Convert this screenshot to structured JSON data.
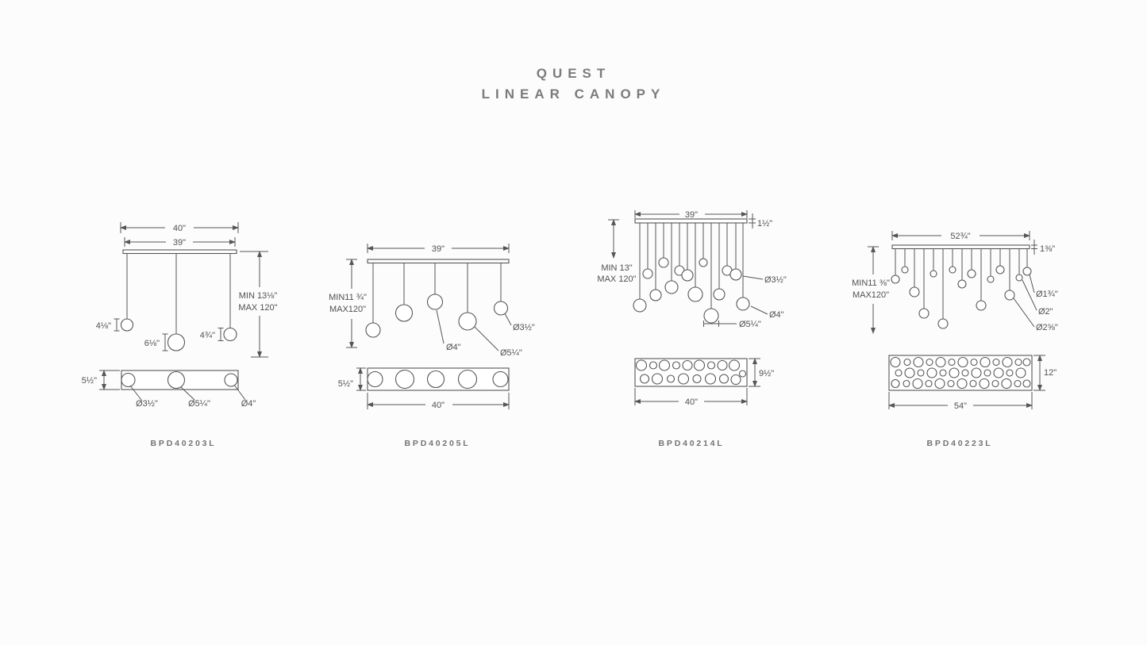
{
  "title": {
    "line1": "QUEST",
    "line2": "LINEAR CANOPY"
  },
  "figures": [
    {
      "code": "BPD40203L",
      "labels": {
        "width_outer": "40\"",
        "width_inner": "39\"",
        "min": "MIN 13⅛\"",
        "max": "MAX 120\"",
        "drop1": "4⅛\"",
        "drop2": "6⅛\"",
        "drop3": "4¾\"",
        "plan_height": "5½\"",
        "dia1": "Ø3½\"",
        "dia2": "Ø5¼\"",
        "dia3": "Ø4\""
      }
    },
    {
      "code": "BPD40205L",
      "labels": {
        "width": "39\"",
        "min": "MIN11 ¾\"",
        "max": "MAX120\"",
        "dia1": "Ø4\"",
        "dia2": "Ø5¼\"",
        "dia3": "Ø3½\"",
        "plan_height": "5½\"",
        "plan_width": "40\""
      }
    },
    {
      "code": "BPD40214L",
      "labels": {
        "width": "39\"",
        "canopy_height": "1½\"",
        "min": "MIN 13\"",
        "max": "MAX 120\"",
        "dia1": "Ø3½\"",
        "dia2": "Ø4\"",
        "dia3": "Ø5¼\"",
        "plan_height": "9½\"",
        "plan_width": "40\""
      }
    },
    {
      "code": "BPD40223L",
      "labels": {
        "width": "52¾\"",
        "canopy_height": "1⅜\"",
        "min": "MIN11 ⅜\"",
        "max": "MAX120\"",
        "dia1": "Ø1¾\"",
        "dia2": "Ø2\"",
        "dia3": "Ø2⅝\"",
        "plan_height": "12\"",
        "plan_width": "54\""
      }
    }
  ]
}
